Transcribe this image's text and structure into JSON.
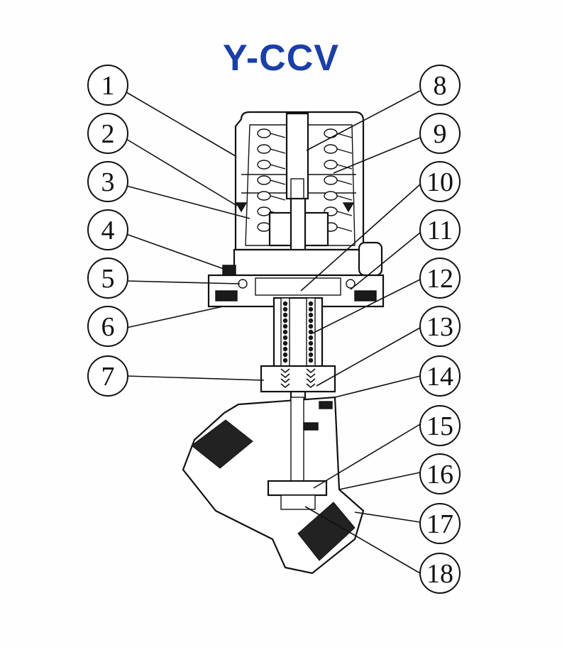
{
  "title": "Y-CCV",
  "colors": {
    "title": "#1b3fa6",
    "line": "#111111",
    "fill": "#ffffff"
  },
  "callouts": [
    "1",
    "2",
    "3",
    "4",
    "5",
    "6",
    "7",
    "8",
    "9",
    "10",
    "11",
    "12",
    "13",
    "14",
    "15",
    "16",
    "17",
    "18"
  ]
}
